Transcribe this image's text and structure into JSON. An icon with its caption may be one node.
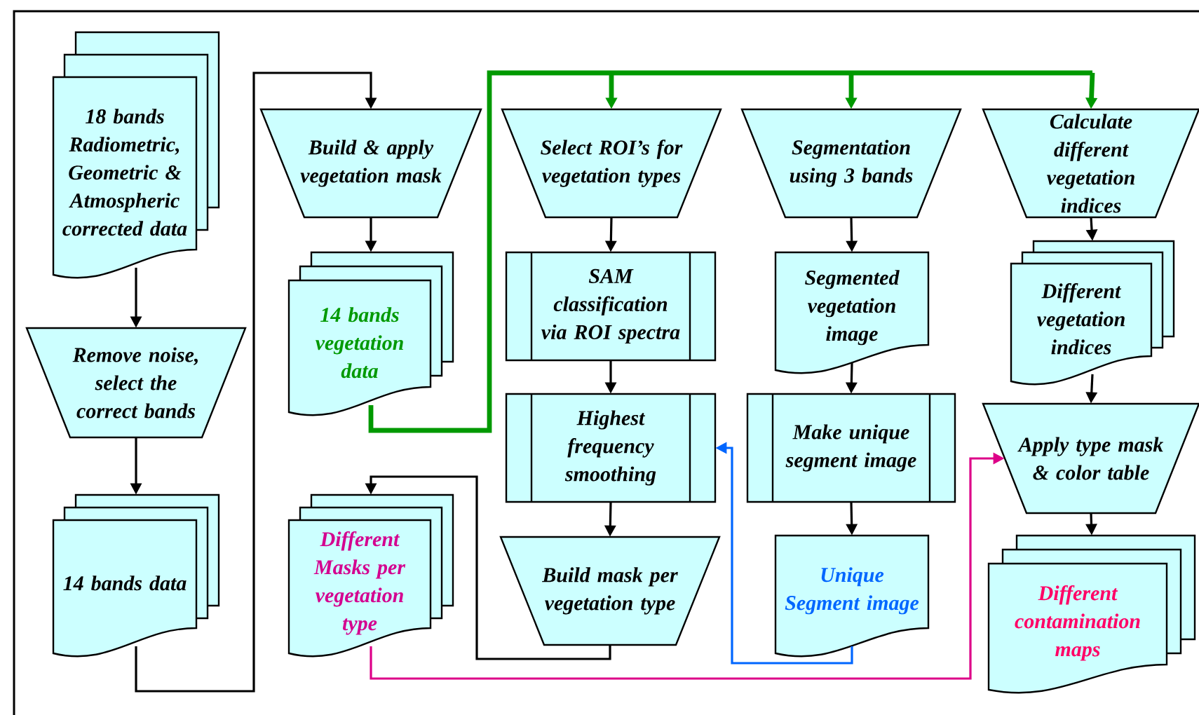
{
  "diagram": {
    "nodes": [
      {
        "text": [
          "18 bands Radiometric, Geometric & Atmospheric corrected data"
        ]
      },
      {
        "text": [
          "Remove noise, select the correct bands"
        ]
      },
      {
        "text": [
          "14 bands data"
        ]
      },
      {
        "text": [
          "Build & apply vegetation mask"
        ]
      },
      {
        "text": [
          "14 bands vegetation data"
        ]
      },
      {
        "text": [
          "Different Masks per vegetation type"
        ]
      },
      {
        "text": [
          "Select ROI’s for vegetation types"
        ]
      },
      {
        "text": [
          "SAM classification via ROI spectra"
        ]
      },
      {
        "text": [
          "Highest frequency smoothing"
        ]
      },
      {
        "text": [
          "Build mask per vegetation type"
        ]
      },
      {
        "text": [
          "Segmentation using 3 bands"
        ]
      },
      {
        "text": [
          "Segmented vegetation image"
        ]
      },
      {
        "text": [
          "Make unique segment image"
        ]
      },
      {
        "text": [
          "Unique Segment image"
        ]
      },
      {
        "text": [
          "Calculate different vegetation indices"
        ]
      },
      {
        "text": [
          "Different vegetation indices"
        ]
      },
      {
        "text": [
          "Apply type mask & color table"
        ]
      },
      {
        "text": [
          "Different contamination maps"
        ]
      }
    ],
    "edges": [
      {
        "from": 0,
        "to": 1,
        "arrow": "to"
      },
      {
        "from": 1,
        "to": 2,
        "arrow": "to"
      },
      {
        "from": 2,
        "to": 3,
        "arrow": "to"
      },
      {
        "from": 3,
        "to": 4,
        "arrow": "to"
      },
      {
        "from": 4,
        "to": 6,
        "arrow": "to",
        "style": "thick",
        "color": "#009900"
      },
      {
        "from": 4,
        "to": 10,
        "arrow": "to",
        "style": "thick",
        "color": "#009900"
      },
      {
        "from": 4,
        "to": 14,
        "arrow": "to",
        "style": "thick",
        "color": "#009900"
      },
      {
        "from": 6,
        "to": 7,
        "arrow": "to"
      },
      {
        "from": 7,
        "to": 8,
        "arrow": "to"
      },
      {
        "from": 8,
        "to": 9,
        "arrow": "to"
      },
      {
        "from": 9,
        "to": 5,
        "arrow": "to"
      },
      {
        "from": 10,
        "to": 11,
        "arrow": "to"
      },
      {
        "from": 11,
        "to": 12,
        "arrow": "to"
      },
      {
        "from": 12,
        "to": 13,
        "arrow": "to"
      },
      {
        "from": 13,
        "to": 8,
        "arrow": "to",
        "color": "#0066ff"
      },
      {
        "from": 14,
        "to": 15,
        "arrow": "to"
      },
      {
        "from": 15,
        "to": 16,
        "arrow": "to"
      },
      {
        "from": 5,
        "to": 16,
        "arrow": "to",
        "color": "#dd0088"
      },
      {
        "from": 16,
        "to": 17,
        "arrow": "to"
      }
    ]
  }
}
